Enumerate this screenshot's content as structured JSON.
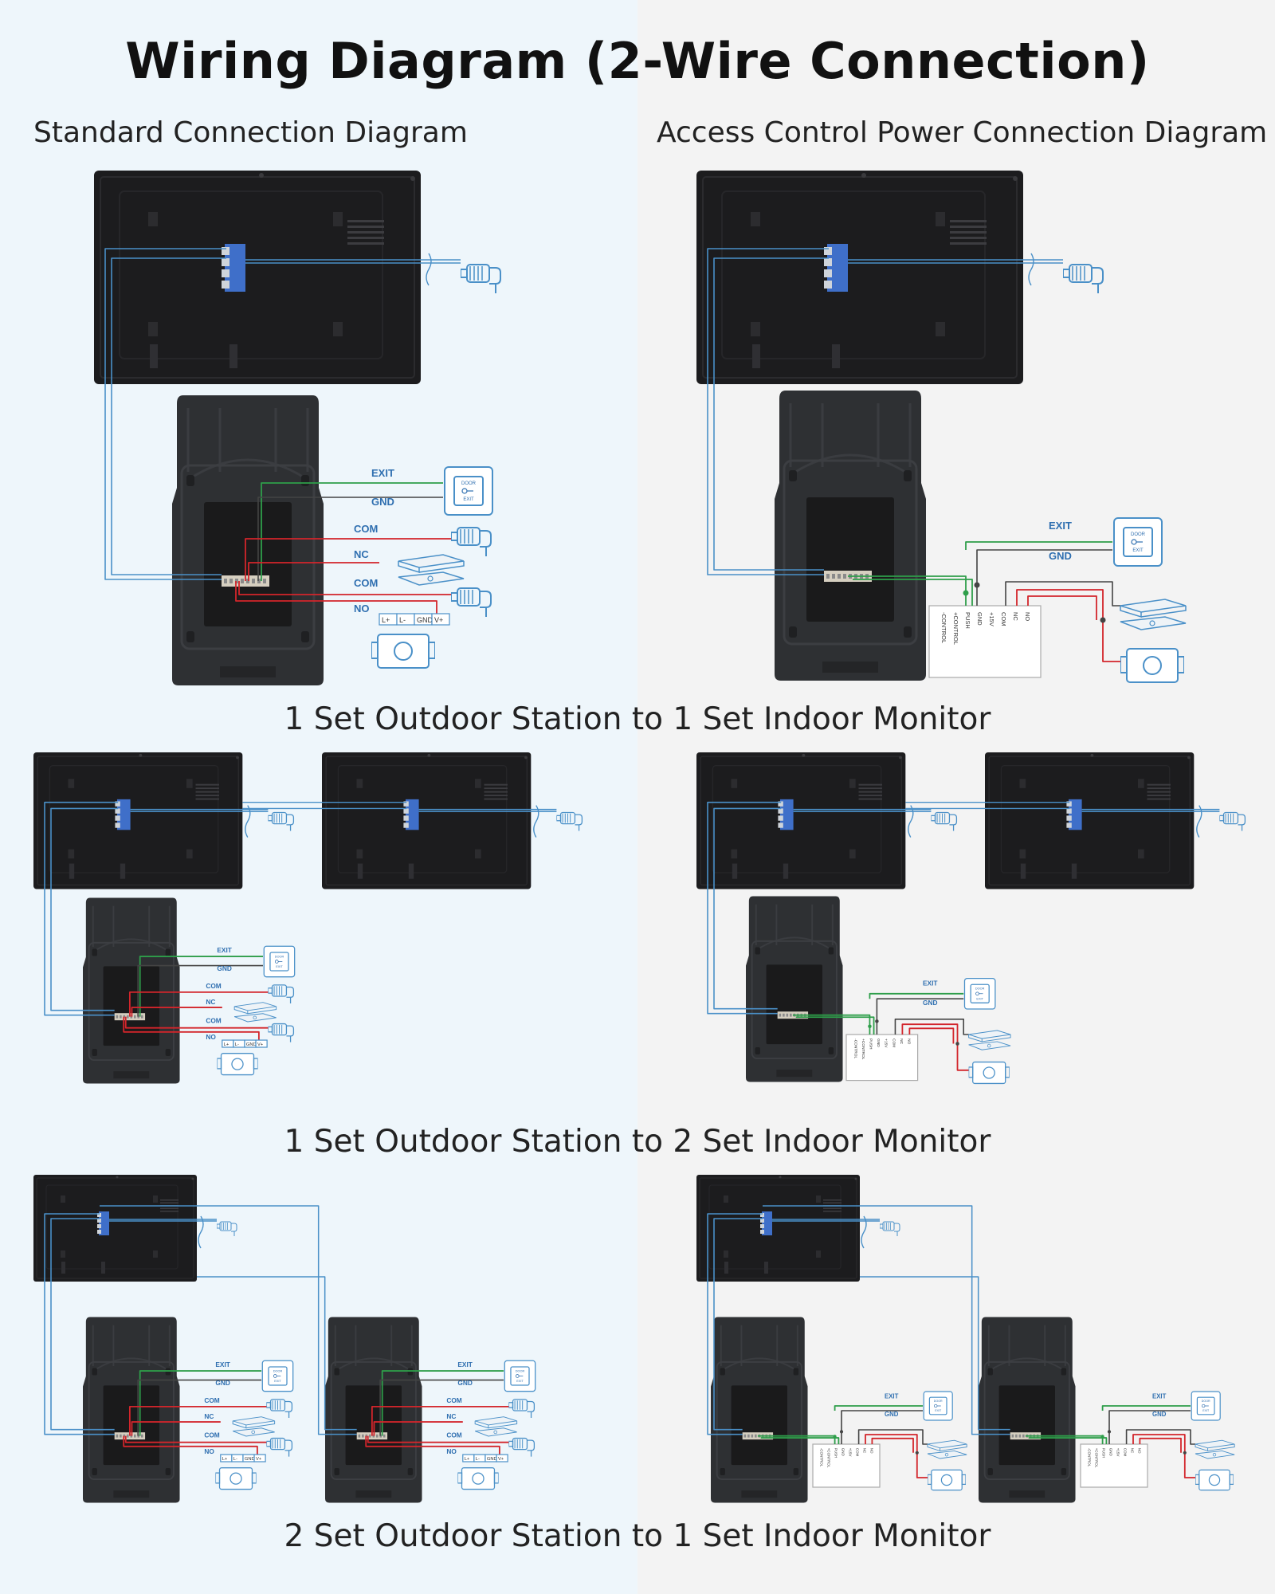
{
  "title": "Wiring Diagram (2-Wire Connection)",
  "columns": {
    "left": "Standard Connection Diagram",
    "right": "Access Control Power Connection Diagram"
  },
  "sections": [
    {
      "title": "1 Set Outdoor Station to 1 Set Indoor Monitor"
    },
    {
      "title": "1 Set Outdoor Station to 2 Set Indoor Monitor"
    },
    {
      "title": "2 Set Outdoor Station to 1 Set Indoor Monitor"
    }
  ],
  "labels": {
    "exit": "EXIT",
    "gnd": "GND",
    "com": "COM",
    "nc": "NC",
    "no": "NO",
    "door_line1": "DOOR",
    "door_line2": "EXIT",
    "lock_terminals": [
      "L+",
      "L-",
      "GND",
      "V+"
    ],
    "power_terminals": [
      "-CONTROL",
      "+CONTROL",
      "PUSH",
      "GND",
      "+15V",
      "COM",
      "NC",
      "NO"
    ]
  },
  "colors": {
    "wire_blue": "#4a90c8",
    "wire_green": "#2e9e4a",
    "wire_red": "#d3252b",
    "wire_dark": "#444444",
    "label_blue": "#2f6fb0",
    "device_black": "#1c1c1e",
    "station_gray": "#2e3033"
  }
}
